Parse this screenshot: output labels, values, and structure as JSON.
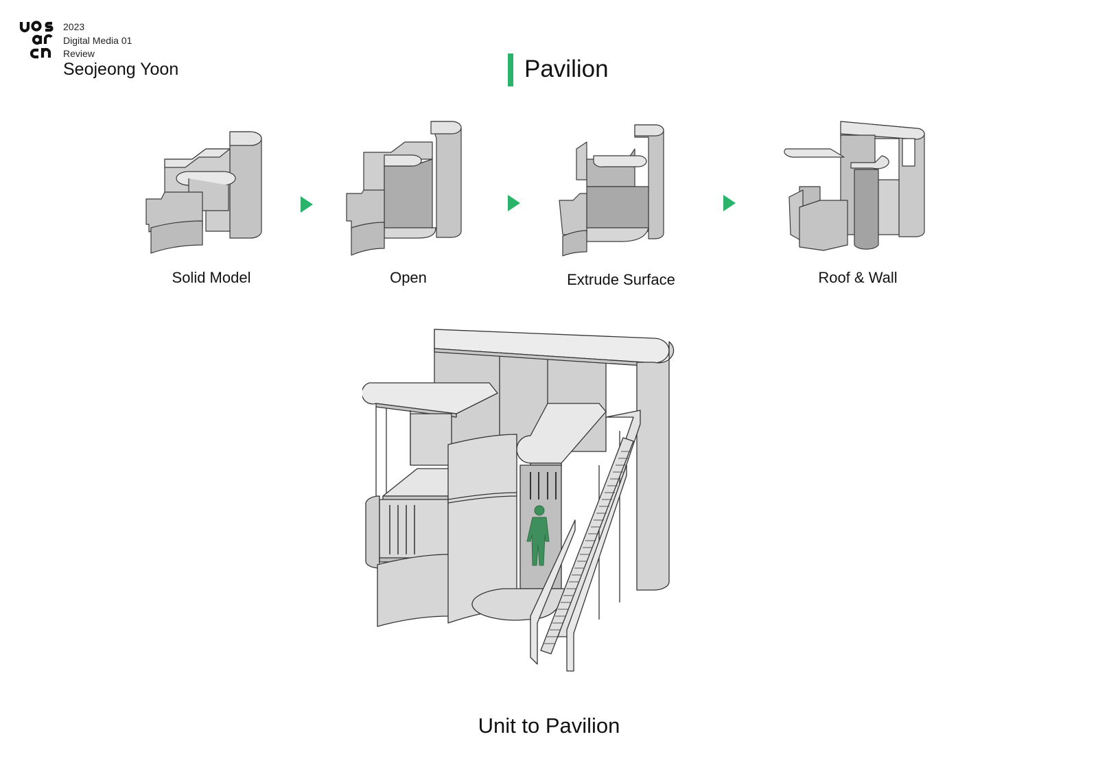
{
  "header": {
    "logo_text": "uos arch",
    "year": "2023",
    "course": "Digital Media 01",
    "subtitle": "Review",
    "author": "Seojeong Yoon"
  },
  "title": "Pavilion",
  "colors": {
    "accent": "#2bb36b",
    "model_fill": "#c8c8c8",
    "model_stroke": "#3a3a3a",
    "figure": "#3f8f5c"
  },
  "steps": [
    {
      "label": "Solid Model"
    },
    {
      "label": "Open"
    },
    {
      "label": "Extrude Surface"
    },
    {
      "label": "Roof & Wall"
    }
  ],
  "main": {
    "caption": "Unit to Pavilion"
  },
  "icons": [
    "play-arrow-icon"
  ]
}
